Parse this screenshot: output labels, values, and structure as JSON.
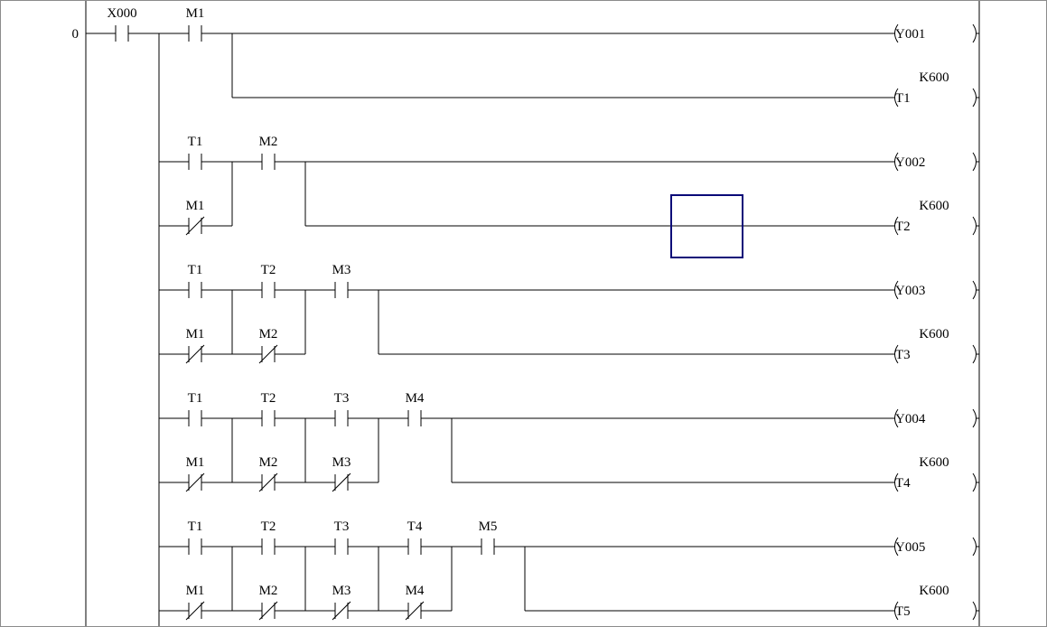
{
  "ladder": {
    "step_number": "0",
    "input_contact": {
      "label": "X000",
      "type": "NO"
    },
    "rungs": [
      {
        "series": [
          {
            "label": "M1",
            "type": "NO"
          }
        ],
        "parallel": [],
        "output": "Y001",
        "timer": {
          "name": "T1",
          "preset": "K600"
        }
      },
      {
        "series": [
          {
            "label": "T1",
            "type": "NO"
          },
          {
            "label": "M2",
            "type": "NO"
          }
        ],
        "parallel": [
          {
            "label": "M1",
            "type": "NC"
          }
        ],
        "output": "Y002",
        "timer": {
          "name": "T2",
          "preset": "K600"
        }
      },
      {
        "series": [
          {
            "label": "T1",
            "type": "NO"
          },
          {
            "label": "T2",
            "type": "NO"
          },
          {
            "label": "M3",
            "type": "NO"
          }
        ],
        "parallel": [
          {
            "label": "M1",
            "type": "NC"
          },
          {
            "label": "M2",
            "type": "NC"
          }
        ],
        "output": "Y003",
        "timer": {
          "name": "T3",
          "preset": "K600"
        }
      },
      {
        "series": [
          {
            "label": "T1",
            "type": "NO"
          },
          {
            "label": "T2",
            "type": "NO"
          },
          {
            "label": "T3",
            "type": "NO"
          },
          {
            "label": "M4",
            "type": "NO"
          }
        ],
        "parallel": [
          {
            "label": "M1",
            "type": "NC"
          },
          {
            "label": "M2",
            "type": "NC"
          },
          {
            "label": "M3",
            "type": "NC"
          }
        ],
        "output": "Y004",
        "timer": {
          "name": "T4",
          "preset": "K600"
        }
      },
      {
        "series": [
          {
            "label": "T1",
            "type": "NO"
          },
          {
            "label": "T2",
            "type": "NO"
          },
          {
            "label": "T3",
            "type": "NO"
          },
          {
            "label": "T4",
            "type": "NO"
          },
          {
            "label": "M5",
            "type": "NO"
          }
        ],
        "parallel": [
          {
            "label": "M1",
            "type": "NC"
          },
          {
            "label": "M2",
            "type": "NC"
          },
          {
            "label": "M3",
            "type": "NC"
          },
          {
            "label": "M4",
            "type": "NC"
          }
        ],
        "output": "Y005",
        "timer": {
          "name": "T5",
          "preset": "K600"
        }
      }
    ],
    "cursor": {
      "rung": 2,
      "row": "timer"
    }
  }
}
